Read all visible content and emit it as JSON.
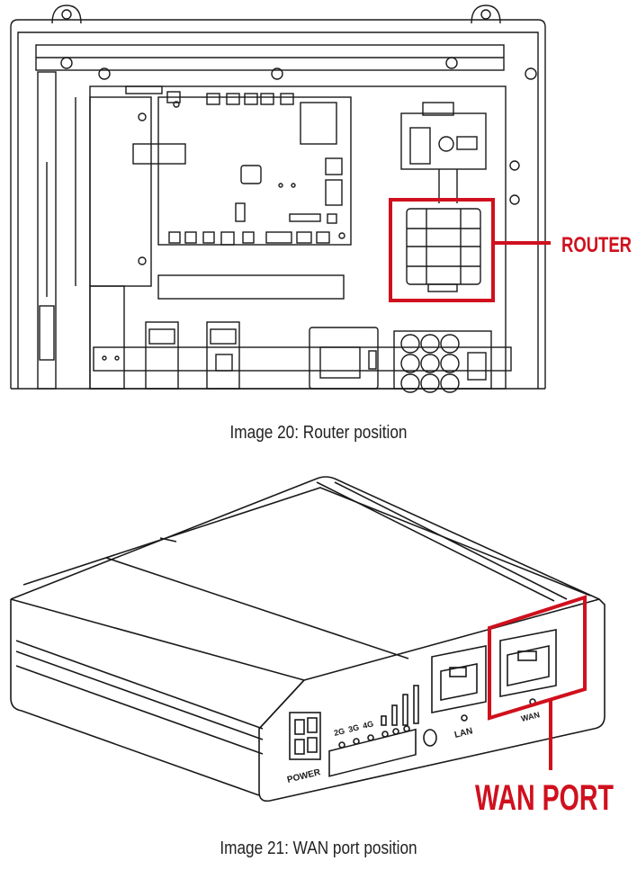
{
  "figure1": {
    "caption": "Image 20: Router position",
    "callout": "ROUTER"
  },
  "figure2": {
    "caption": "Image 21: WAN port position",
    "callout": "WAN PORT",
    "port_labels": {
      "power": "POWER",
      "lan": "LAN",
      "wan": "WAN"
    },
    "led_labels": [
      "2G",
      "3G",
      "4G"
    ]
  },
  "colors": {
    "highlight": "#d0101e",
    "line": "#1a1a1a"
  }
}
